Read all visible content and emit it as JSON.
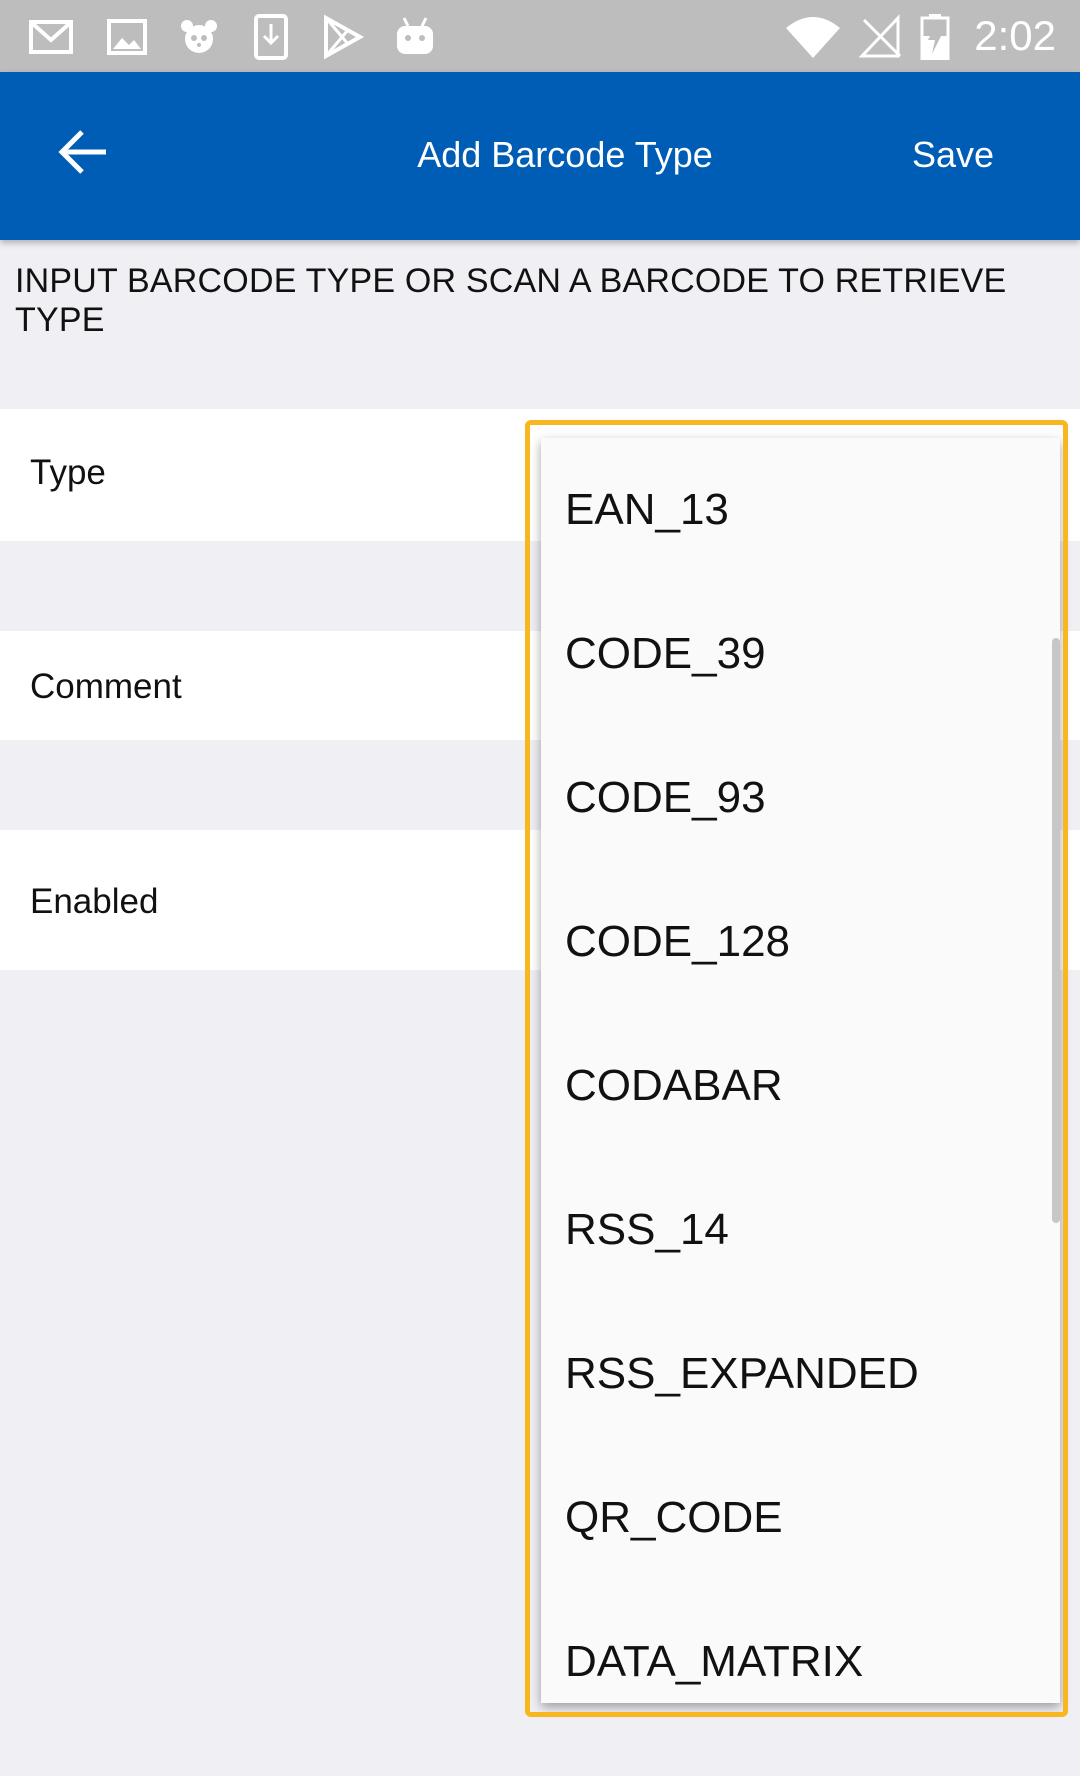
{
  "status_bar": {
    "time": "2:02",
    "icons_left": [
      "gmail-icon",
      "gallery-icon",
      "panda-icon",
      "download-icon",
      "play-store-icon",
      "android-icon"
    ],
    "icons_right": [
      "wifi-icon",
      "no-signal-icon",
      "battery-charging-icon"
    ]
  },
  "app_bar": {
    "title": "Add Barcode Type",
    "save_label": "Save",
    "back_icon": "arrow-left-icon",
    "background": "#005db5"
  },
  "hint": "INPUT BARCODE TYPE OR SCAN A BARCODE TO RETRIEVE TYPE",
  "form": {
    "type_label": "Type",
    "comment_label": "Comment",
    "enabled_label": "Enabled"
  },
  "dropdown": {
    "highlight_color": "#f8b71e",
    "options": [
      "EAN_13",
      "CODE_39",
      "CODE_93",
      "CODE_128",
      "CODABAR",
      "RSS_14",
      "RSS_EXPANDED",
      "QR_CODE",
      "DATA_MATRIX"
    ]
  }
}
